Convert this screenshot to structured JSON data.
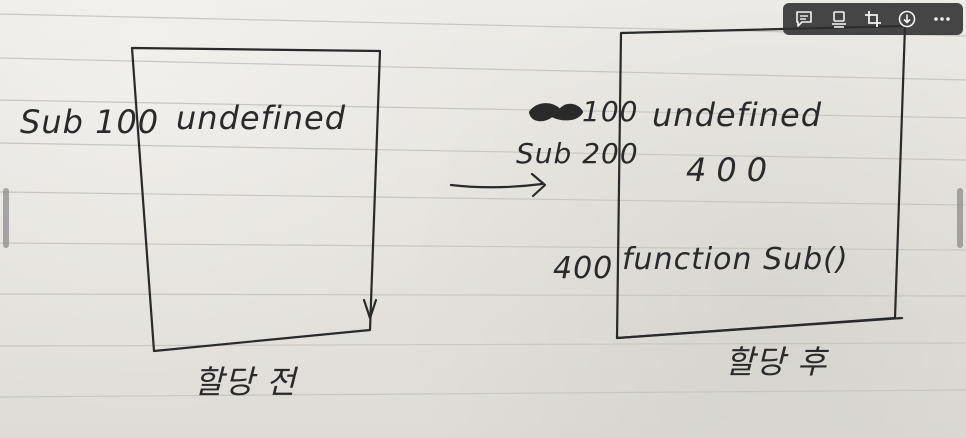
{
  "toolbar": {
    "buttons": [
      {
        "icon": "speech-bubble-icon"
      },
      {
        "icon": "card-stack-icon"
      },
      {
        "icon": "crop-icon"
      },
      {
        "icon": "download-icon"
      },
      {
        "icon": "more-icon"
      }
    ]
  },
  "note": {
    "before": {
      "var_label": "Sub 100",
      "cell_value": "undefined",
      "caption": "할당 전"
    },
    "after": {
      "addr_top": "100",
      "cell_top": "undefined",
      "var_label": "Sub 200",
      "cell_mid": "400",
      "addr_bottom": "400",
      "cell_bottom": "function Sub()",
      "caption": "할당 후"
    }
  },
  "colors": {
    "ink": "#2a2a2a",
    "paper": "#e9e7e2",
    "toolbar": "#2d2d30"
  }
}
